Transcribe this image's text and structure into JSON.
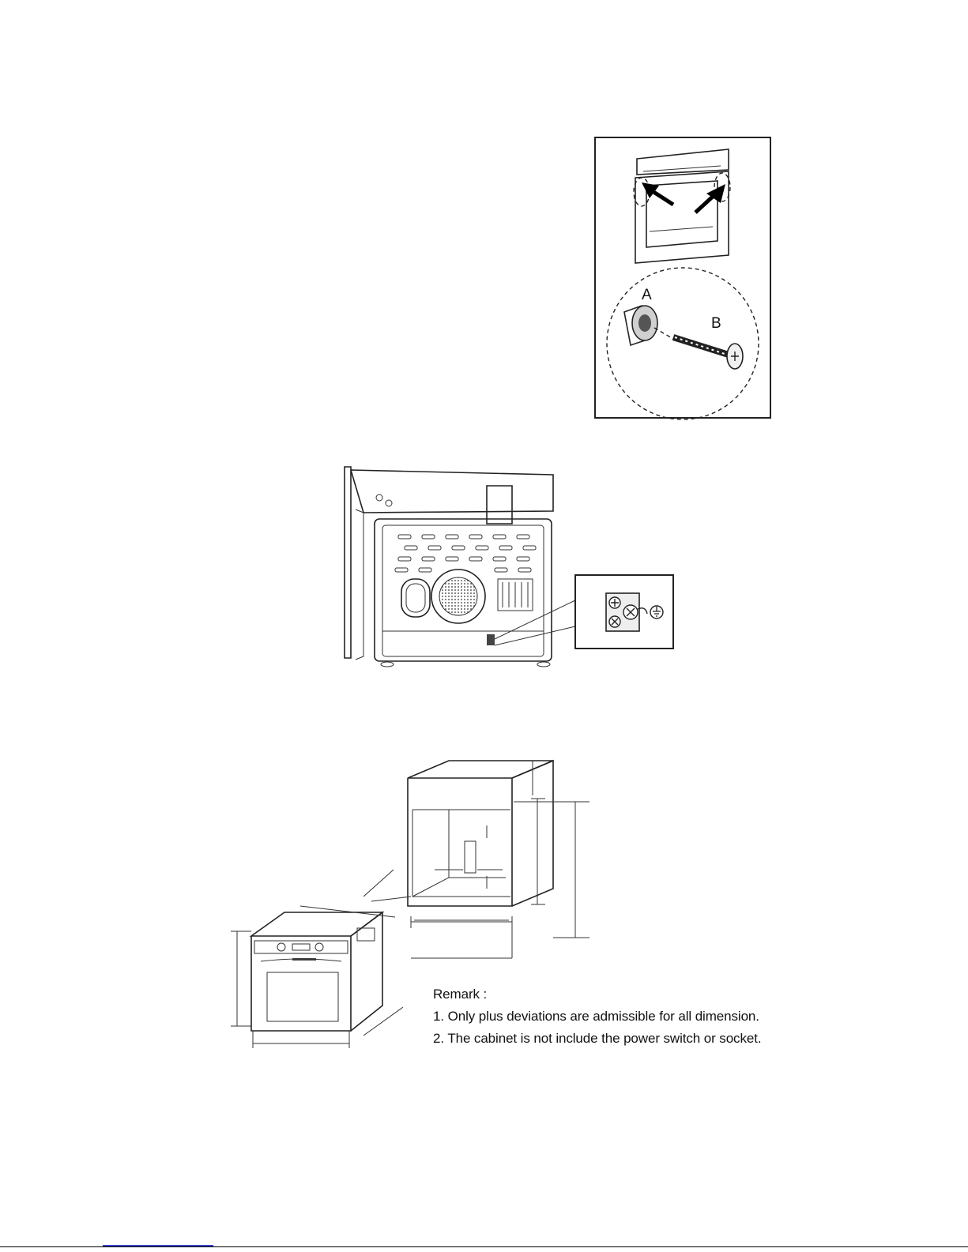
{
  "figure1": {
    "label_a": "A",
    "label_b": "B"
  },
  "remark": {
    "title": "Remark :",
    "items": [
      {
        "num": "1.",
        "text": "Only plus deviations are admissible for all dimension."
      },
      {
        "num": "2.",
        "text": "The cabinet is not include the power switch or socket."
      }
    ]
  },
  "icons": [
    "arrow-icon",
    "screw-icon",
    "dowel-icon",
    "ground-symbol-icon",
    "terminal-block-icon"
  ]
}
